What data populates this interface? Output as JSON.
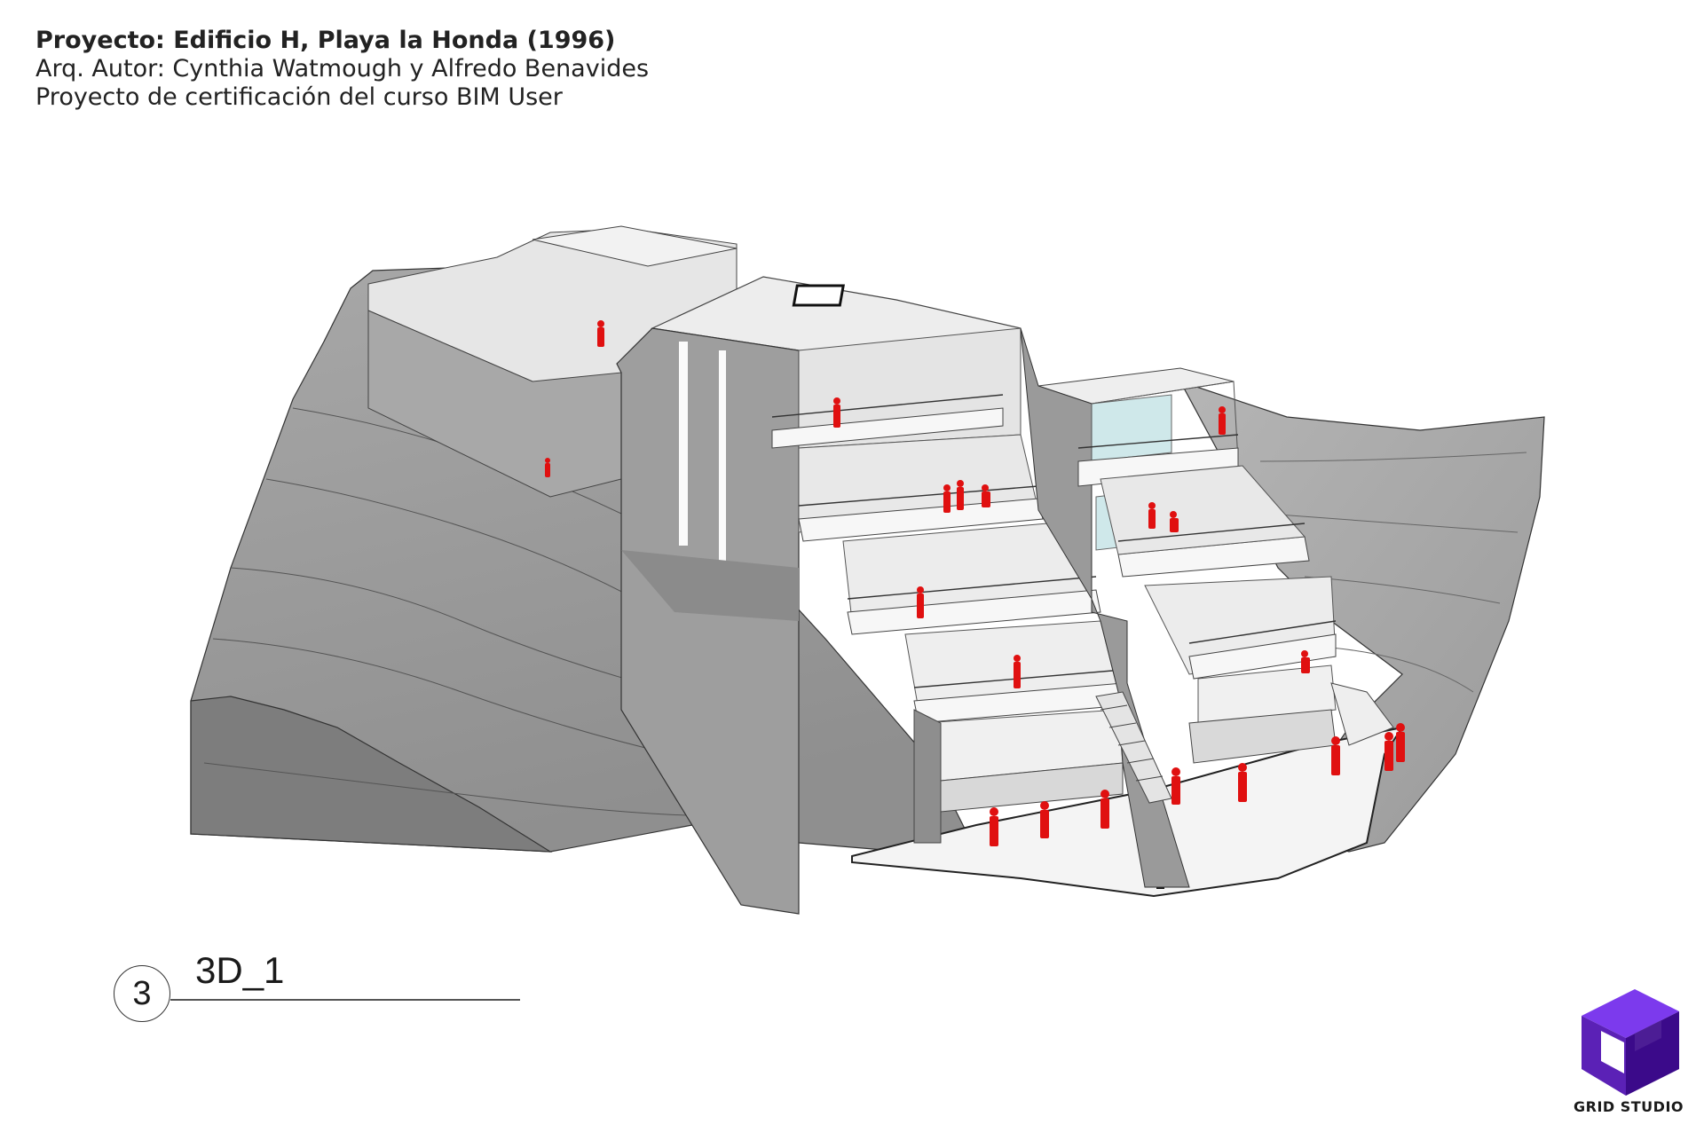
{
  "header": {
    "project": "Proyecto: Edificio H, Playa la Honda (1996)",
    "authors": "Arq. Autor: Cynthia Watmough y Alfredo Benavides",
    "certification": "Proyecto de certificación del curso BIM User"
  },
  "view_label": {
    "number": "3",
    "title": "3D_1"
  },
  "logo": {
    "name": "GRID STUDIO",
    "icon": "cube-logo-icon",
    "colors": [
      "#5b21b6",
      "#7c3aed",
      "#3b0a8a"
    ]
  },
  "drawing": {
    "icon": "building-axonometric-illustration",
    "colors": {
      "terrain": "#8a8a8a",
      "walls": "#9b9b9b",
      "slabs": "#ececec",
      "glass": "#cfe8ea",
      "people": "#e01010"
    }
  }
}
